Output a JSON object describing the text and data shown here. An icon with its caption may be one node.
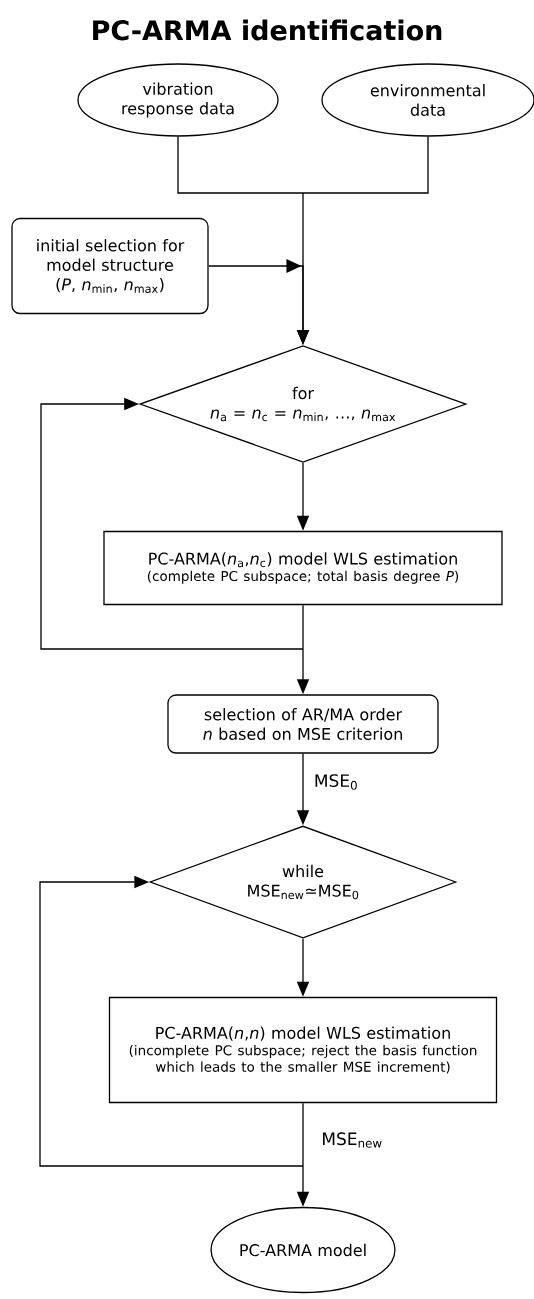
{
  "diagram": {
    "title": "PC-ARMA identification",
    "nodes": [
      {
        "text": [
          "vibration response data"
        ]
      },
      {
        "text": [
          "environmental data"
        ]
      },
      {
        "text": [
          "initial selection for model structure",
          "(*P*, *n*$_{min}$, *n*$_{max}$)"
        ]
      },
      {
        "text": [
          "for",
          "*n*$_{a}$ = *n*$_{c}$ = *n*$_{min}$, …, *n*$_{max}$"
        ]
      },
      {
        "text": [
          "PC-ARMA(*n*$_{a}$,*n*$_{c}$) model WLS estimation",
          "(complete PC subspace; total basis degree *P*)"
        ]
      },
      {
        "text": [
          "selection of AR/MA order *n* based on MSE criterion"
        ]
      },
      {
        "text": [
          "while",
          "MSE$_{new}$≃MSE$_{0}$"
        ]
      },
      {
        "text": [
          "PC-ARMA(*n*,*n*) model WLS estimation",
          "(incomplete PC subspace; reject the basis function which leads to the smaller MSE increment)"
        ]
      },
      {
        "text": [
          "PC-ARMA model"
        ]
      }
    ],
    "edges": [
      {
        "from": 0,
        "to": 3,
        "arrow": "to"
      },
      {
        "from": 1,
        "to": 3,
        "arrow": "to"
      },
      {
        "from": 2,
        "to": 3,
        "arrow": "to"
      },
      {
        "from": 3,
        "to": 4,
        "arrow": "to"
      },
      {
        "from": 4,
        "to": 5,
        "arrow": "to"
      },
      {
        "from": 4,
        "to": 3,
        "arrow": "to"
      },
      {
        "from": 5,
        "to": 6,
        "arrow": "to",
        "label": "MSE$_{0}$"
      },
      {
        "from": 6,
        "to": 7,
        "arrow": "to"
      },
      {
        "from": 7,
        "to": 8,
        "arrow": "to",
        "label": "MSE$_{new}$"
      },
      {
        "from": 7,
        "to": 6,
        "arrow": "to"
      }
    ]
  }
}
